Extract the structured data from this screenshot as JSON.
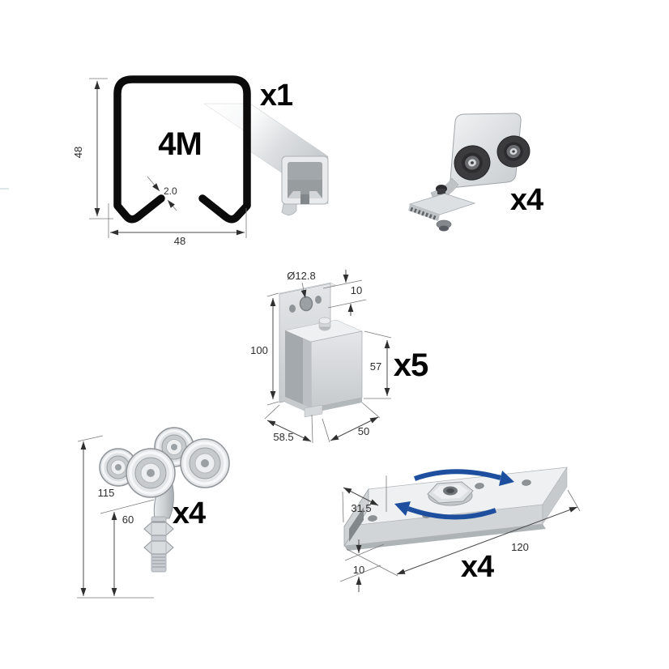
{
  "diagram": {
    "background": "#ffffff",
    "line_color": "#4a4a4a",
    "label_color": "#000000",
    "metal_light": "#eceeef",
    "metal_mid": "#cfd3d6",
    "metal_dark": "#9aa0a4",
    "roller_black": "#343436",
    "arrow_blue": "#1d4f9e",
    "components": {
      "track": {
        "label": "4M",
        "qty": "x1",
        "dims": {
          "height": "48",
          "width": "48",
          "thickness": "2.0"
        }
      },
      "guide_bracket": {
        "qty": "x4"
      },
      "wall_bracket": {
        "qty": "x5",
        "dims": {
          "hole_diameter": "Ø12.8",
          "hole_offset": "10",
          "height": "100",
          "opening_height": "57",
          "depth": "58.5",
          "width": "50"
        }
      },
      "trolley": {
        "qty": "x4",
        "dims": {
          "height": "115",
          "bolt_length": "60"
        }
      },
      "fixing_plate": {
        "qty": "x4",
        "dims": {
          "width": "31.5",
          "length": "120",
          "thickness": "10"
        }
      }
    }
  }
}
